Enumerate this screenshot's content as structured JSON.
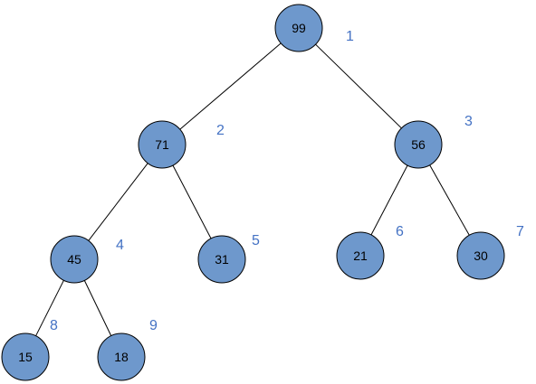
{
  "colors": {
    "node_fill": "#6e98cc",
    "node_stroke": "#000000",
    "edge": "#000000",
    "index_text": "#4472c4",
    "value_text": "#000000"
  },
  "nodes": [
    {
      "value": "99",
      "index": "1"
    },
    {
      "value": "71",
      "index": "2"
    },
    {
      "value": "56",
      "index": "3"
    },
    {
      "value": "45",
      "index": "4"
    },
    {
      "value": "31",
      "index": "5"
    },
    {
      "value": "21",
      "index": "6"
    },
    {
      "value": "30",
      "index": "7"
    },
    {
      "value": "15",
      "index": "8"
    },
    {
      "value": "18",
      "index": "9"
    }
  ],
  "edges": [
    [
      "1",
      "2"
    ],
    [
      "1",
      "3"
    ],
    [
      "2",
      "4"
    ],
    [
      "2",
      "5"
    ],
    [
      "3",
      "6"
    ],
    [
      "3",
      "7"
    ],
    [
      "4",
      "8"
    ],
    [
      "4",
      "9"
    ]
  ]
}
